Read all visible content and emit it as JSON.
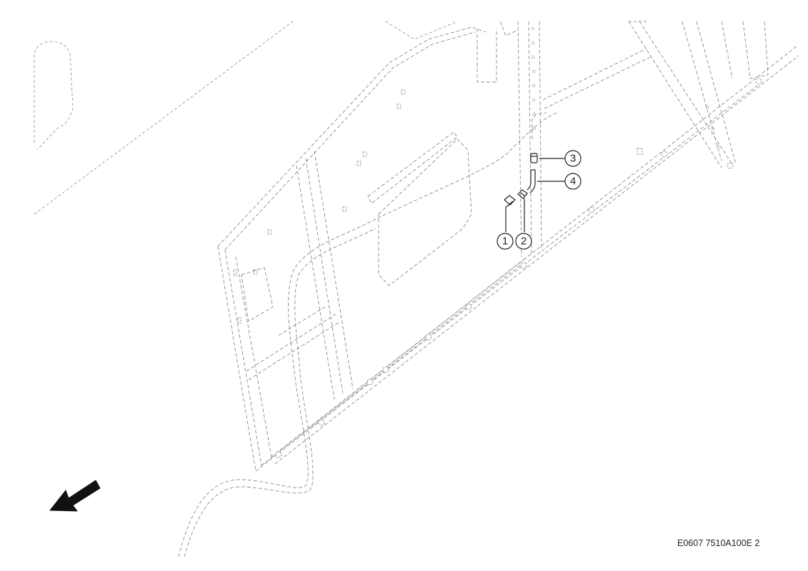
{
  "callouts": [
    {
      "label": "1"
    },
    {
      "label": "2"
    },
    {
      "label": "3"
    },
    {
      "label": "4"
    }
  ],
  "drawing_code": "E0607 7510A100E 2",
  "icons": {
    "direction_arrow": "direction-arrow-icon"
  }
}
